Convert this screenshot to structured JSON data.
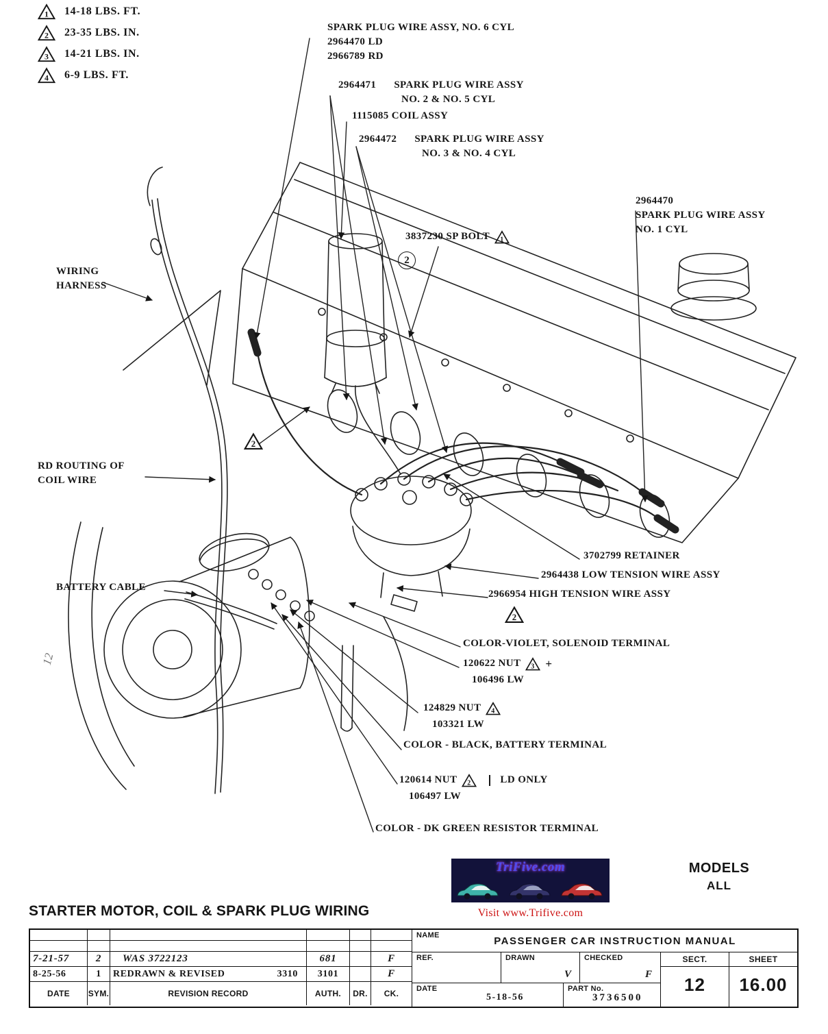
{
  "page": {
    "title": "STARTER MOTOR, COIL & SPARK PLUG WIRING"
  },
  "margin_note": "12",
  "torque_specs": [
    {
      "num": "1",
      "text": "14-18 LBS. FT."
    },
    {
      "num": "2",
      "text": "23-35 LBS. IN."
    },
    {
      "num": "3",
      "text": "14-21 LBS. IN."
    },
    {
      "num": "4",
      "text": "6-9 LBS. FT."
    }
  ],
  "callouts": {
    "spark6": {
      "l1": "SPARK PLUG WIRE ASSY, NO. 6 CYL",
      "l2": "2964470 LD",
      "l3": "2966789 RD"
    },
    "spark25": {
      "part": "2964471",
      "l1": "SPARK PLUG WIRE ASSY",
      "l2": "NO. 2 & NO. 5 CYL"
    },
    "coil": {
      "text": "1115085 COIL ASSY"
    },
    "spark34": {
      "part": "2964472",
      "l1": "SPARK PLUG WIRE ASSY",
      "l2": "NO. 3 & NO. 4 CYL"
    },
    "spark1": {
      "part": "2964470",
      "l1": "SPARK PLUG WIRE ASSY",
      "l2": "NO. 1 CYL"
    },
    "sp_bolt": {
      "text": "3837230 SP BOLT",
      "tri": "1",
      "qty": "2"
    },
    "wiring_harness": {
      "l1": "WIRING",
      "l2": "HARNESS"
    },
    "rd_routing": {
      "l1": "RD ROUTING OF",
      "l2": "COIL WIRE"
    },
    "battery_cable": {
      "text": "BATTERY CABLE"
    },
    "retainer": {
      "text": "3702799 RETAINER"
    },
    "low_tension": {
      "text": "2964438 LOW TENSION WIRE ASSY"
    },
    "high_tension": {
      "text": "2966954 HIGH TENSION WIRE ASSY"
    },
    "violet": {
      "text": "COLOR-VIOLET, SOLENOID TERMINAL"
    },
    "nut_120622": {
      "text": "120622 NUT",
      "tri": "3",
      "suffix": "+",
      "lw": "106496 LW"
    },
    "nut_124829": {
      "text": "124829 NUT",
      "tri": "4",
      "lw": "103321 LW"
    },
    "black_terminal": {
      "text": "COLOR - BLACK, BATTERY TERMINAL"
    },
    "nut_120614": {
      "text": "120614 NUT",
      "tri": "2",
      "suffix": "LD ONLY",
      "lw": "106497 LW"
    },
    "dk_green": {
      "text": "COLOR - DK GREEN RESISTOR TERMINAL"
    }
  },
  "drawing_markers": {
    "tri_coil_bracket": "2",
    "tri_distributor": "2"
  },
  "banner": {
    "site": "TriFive.com",
    "visit": "Visit www.Trifive.com"
  },
  "models": {
    "label": "MODELS",
    "value": "ALL"
  },
  "title_block": {
    "headers": {
      "date": "DATE",
      "sym": "SYM.",
      "record": "REVISION RECORD",
      "auth": "AUTH.",
      "dr": "DR.",
      "ck": "CK."
    },
    "revisions": [
      {
        "date": "7-21-57",
        "sym": "2",
        "record": "WAS 3722123",
        "record2": "",
        "auth": "681",
        "dr": "",
        "ck": "F"
      },
      {
        "date": "8-25-56",
        "sym": "1",
        "record": "REDRAWN & REVISED",
        "record2": "3310",
        "auth": "3101",
        "dr": "",
        "ck": "F"
      }
    ],
    "name_label": "NAME",
    "name_value": "PASSENGER CAR INSTRUCTION MANUAL",
    "ref_label": "REF.",
    "drawn_label": "DRAWN",
    "drawn_value": "V",
    "checked_label": "CHECKED",
    "checked_value": "F",
    "sect_label": "SECT.",
    "sect_value": "12",
    "sheet_label": "SHEET",
    "sheet_value": "16.00",
    "date_label": "DATE",
    "date_value": "5-18-56",
    "part_label": "PART No.",
    "part_value": "3736500"
  }
}
